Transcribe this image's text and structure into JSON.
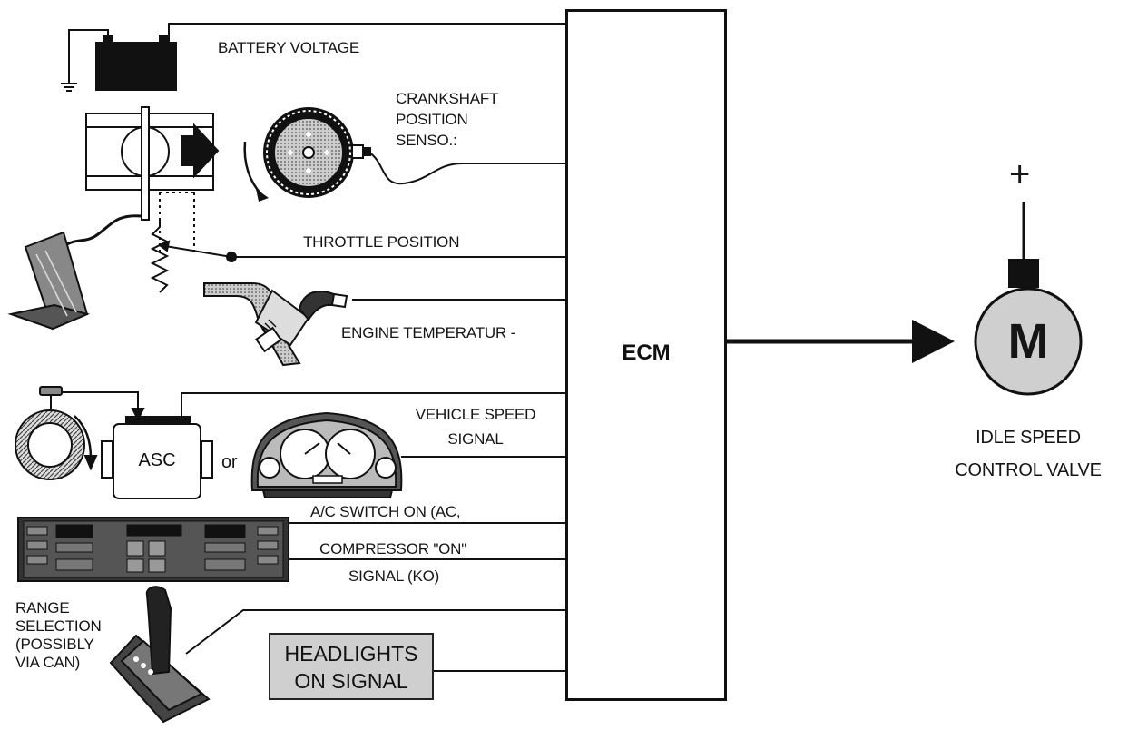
{
  "diagram": {
    "ecm_label": "ECM",
    "inputs": {
      "battery": "BATTERY VOLTAGE",
      "crankshaft": [
        "CRANKSHAFT",
        "POSITION",
        "SENSO.:"
      ],
      "throttle": "THROTTLE POSITION",
      "engine_temp": "ENGINE TEMPERATUR -",
      "asc": "ASC",
      "or_text": "or",
      "vehicle_speed": [
        "VEHICLE SPEED",
        "SIGNAL"
      ],
      "ac_switch": "A/C SWITCH ON (AC,",
      "compressor": [
        "COMPRESSOR \"ON\"",
        "SIGNAL (KO)"
      ],
      "range_selection": [
        "RANGE",
        "SELECTION",
        "(POSSIBLY",
        "VIA CAN)"
      ],
      "headlights": [
        "HEADLIGHTS",
        "ON SIGNAL"
      ]
    },
    "output": {
      "motor_letter": "M",
      "plus_sign": "+",
      "label": [
        "IDLE SPEED",
        "CONTROL VALVE"
      ]
    },
    "colors": {
      "line": "#111111",
      "motor_fill": "#cfcfcf",
      "headlight_fill": "#cfcfcf",
      "battery": "#111111"
    }
  }
}
